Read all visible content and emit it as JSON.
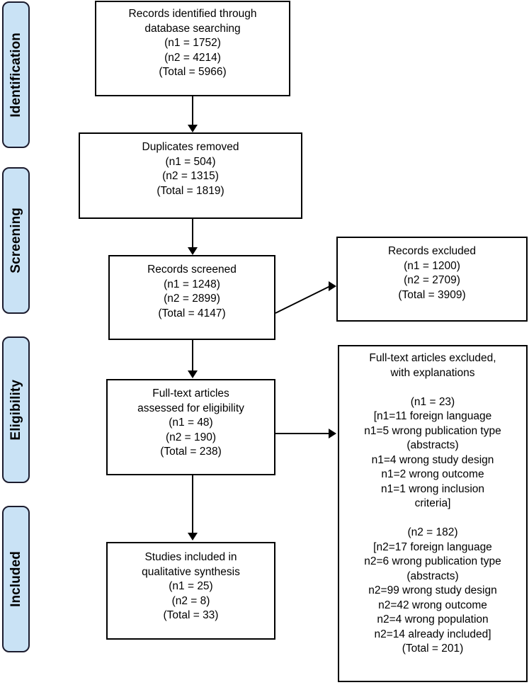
{
  "diagram": {
    "type": "PRISMA flow diagram",
    "accent_color": "#c9e2f5",
    "border_color": "#000000",
    "phases": [
      {
        "id": "identification",
        "label": "Identification"
      },
      {
        "id": "screening",
        "label": "Screening"
      },
      {
        "id": "eligibility",
        "label": "Eligibility"
      },
      {
        "id": "included",
        "label": "Included"
      }
    ],
    "boxes": {
      "records_identified": {
        "lines": [
          "Records identified through",
          "database searching",
          "(n1 = 1752)",
          "(n2 = 4214)",
          "(Total = 5966)"
        ]
      },
      "duplicates_removed": {
        "lines": [
          "Duplicates removed",
          "(n1 = 504)",
          "(n2 = 1315)",
          "(Total = 1819)"
        ]
      },
      "records_screened": {
        "lines": [
          "Records screened",
          "(n1 = 1248)",
          "(n2 = 2899)",
          "(Total = 4147)"
        ]
      },
      "records_excluded": {
        "lines": [
          "Records excluded",
          "(n1 = 1200)",
          "(n2 = 2709)",
          "(Total = 3909)"
        ]
      },
      "fulltext_assessed": {
        "lines": [
          "Full-text articles",
          "assessed for eligibility",
          "(n1 = 48)",
          "(n2 = 190)",
          "(Total = 238)"
        ]
      },
      "fulltext_excluded": {
        "lines": [
          "Full-text articles excluded,",
          "with explanations",
          "",
          "(n1 = 23)",
          "[n1=11 foreign language",
          "n1=5 wrong publication type",
          "(abstracts)",
          "n1=4 wrong study design",
          "n1=2 wrong outcome",
          "n1=1 wrong inclusion",
          "criteria]",
          "",
          "(n2 = 182)",
          "[n2=17 foreign language",
          "n2=6 wrong publication type",
          "(abstracts)",
          "n2=99 wrong study design",
          "n2=42 wrong outcome",
          "n2=4 wrong population",
          "n2=14 already included]",
          "(Total = 201)"
        ]
      },
      "studies_included": {
        "lines": [
          "Studies included in",
          "qualitative synthesis",
          "(n1 = 25)",
          "(n2 = 8)",
          "(Total = 33)"
        ]
      }
    },
    "chart_data": {
      "type": "diagram",
      "title": "PRISMA flow diagram",
      "nodes": [
        {
          "id": "records_identified",
          "stage": "Identification",
          "label": "Records identified through database searching",
          "n1": 1752,
          "n2": 4214,
          "total": 5966
        },
        {
          "id": "duplicates_removed",
          "stage": "Identification",
          "label": "Duplicates removed",
          "n1": 504,
          "n2": 1315,
          "total": 1819
        },
        {
          "id": "records_screened",
          "stage": "Screening",
          "label": "Records screened",
          "n1": 1248,
          "n2": 2899,
          "total": 4147
        },
        {
          "id": "records_excluded",
          "stage": "Screening",
          "label": "Records excluded",
          "n1": 1200,
          "n2": 2709,
          "total": 3909
        },
        {
          "id": "fulltext_assessed",
          "stage": "Eligibility",
          "label": "Full-text articles assessed for eligibility",
          "n1": 48,
          "n2": 190,
          "total": 238
        },
        {
          "id": "fulltext_excluded",
          "stage": "Eligibility",
          "label": "Full-text articles excluded, with explanations",
          "n1": 23,
          "n2": 182,
          "total": 201
        },
        {
          "id": "studies_included",
          "stage": "Included",
          "label": "Studies included in qualitative synthesis",
          "n1": 25,
          "n2": 8,
          "total": 33
        }
      ],
      "edges": [
        {
          "from": "records_identified",
          "to": "duplicates_removed"
        },
        {
          "from": "duplicates_removed",
          "to": "records_screened"
        },
        {
          "from": "records_screened",
          "to": "records_excluded"
        },
        {
          "from": "records_screened",
          "to": "fulltext_assessed"
        },
        {
          "from": "fulltext_assessed",
          "to": "fulltext_excluded"
        },
        {
          "from": "fulltext_assessed",
          "to": "studies_included"
        }
      ],
      "exclusion_reasons_n1": [
        {
          "reason": "foreign language",
          "count": 11
        },
        {
          "reason": "wrong publication type (abstracts)",
          "count": 5
        },
        {
          "reason": "wrong study design",
          "count": 4
        },
        {
          "reason": "wrong outcome",
          "count": 2
        },
        {
          "reason": "wrong inclusion criteria",
          "count": 1
        }
      ],
      "exclusion_reasons_n2": [
        {
          "reason": "foreign language",
          "count": 17
        },
        {
          "reason": "wrong publication type (abstracts)",
          "count": 6
        },
        {
          "reason": "wrong study design",
          "count": 99
        },
        {
          "reason": "wrong outcome",
          "count": 42
        },
        {
          "reason": "wrong population",
          "count": 4
        },
        {
          "reason": "already included",
          "count": 14
        }
      ]
    }
  }
}
